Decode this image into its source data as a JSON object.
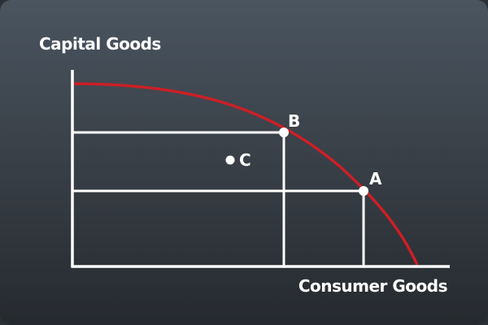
{
  "diagram": {
    "y_axis_label": "Capital Goods",
    "x_axis_label": "Consumer Goods",
    "curve_color": "#cc1f26",
    "line_color": "#ffffff",
    "points": [
      {
        "id": "B",
        "label": "B",
        "on_curve": true
      },
      {
        "id": "A",
        "label": "A",
        "on_curve": true
      },
      {
        "id": "C",
        "label": "C",
        "on_curve": false
      }
    ]
  }
}
